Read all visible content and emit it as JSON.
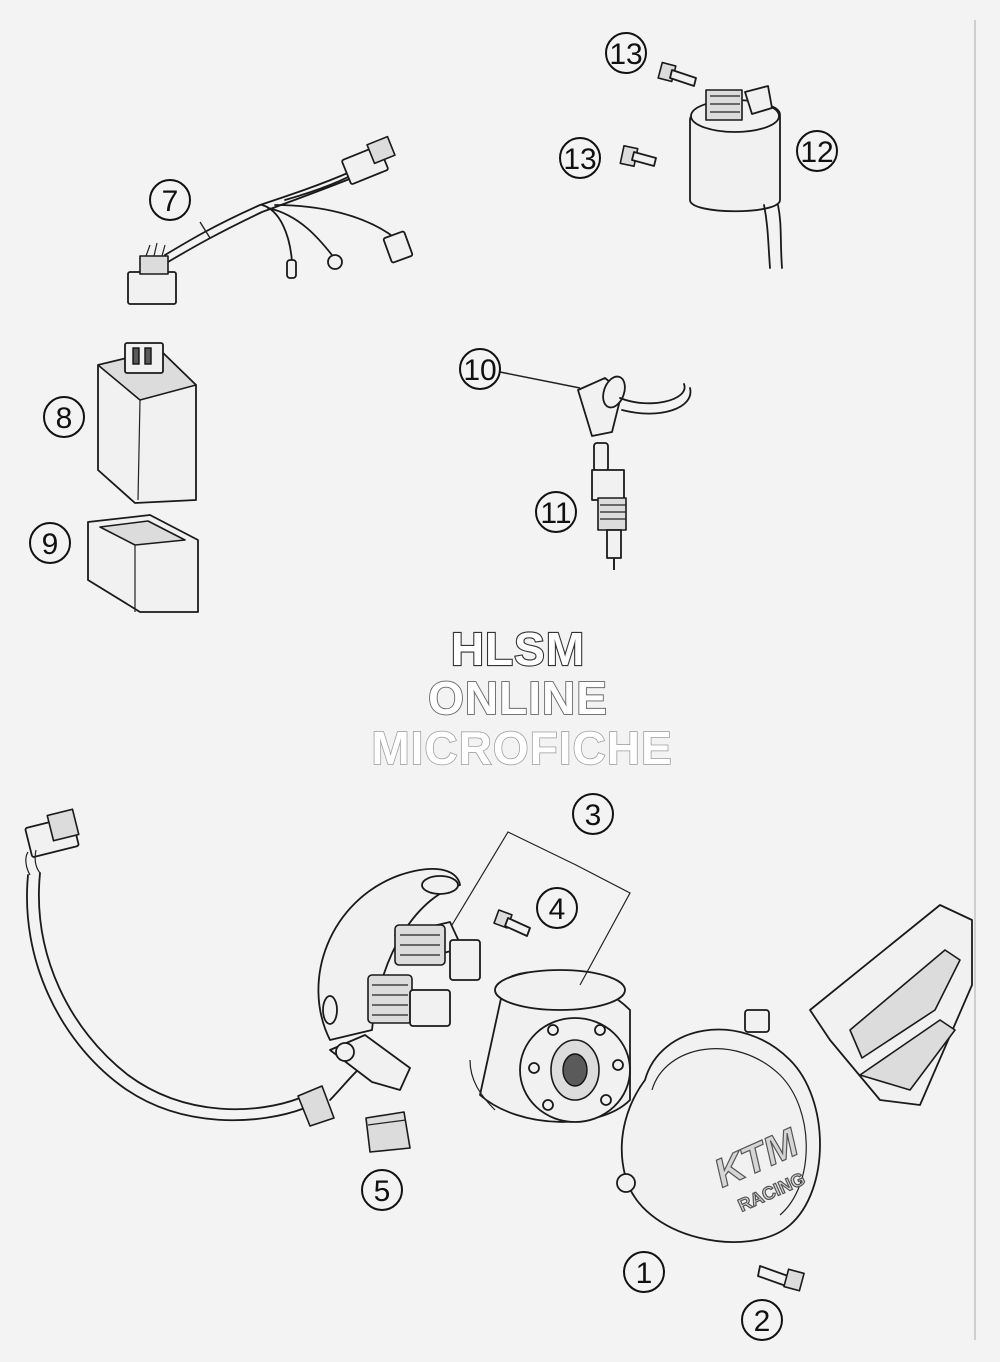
{
  "watermark": {
    "line1": "HLSM",
    "line2": "ONLINE",
    "line3": "MICROFICHE"
  },
  "cover_logo": {
    "brand": "KTM",
    "sub": "RACING"
  },
  "callouts": [
    {
      "id": "1",
      "label": "1"
    },
    {
      "id": "2",
      "label": "2"
    },
    {
      "id": "3",
      "label": "3"
    },
    {
      "id": "4",
      "label": "4"
    },
    {
      "id": "5",
      "label": "5"
    },
    {
      "id": "7",
      "label": "7"
    },
    {
      "id": "8",
      "label": "8"
    },
    {
      "id": "9",
      "label": "9"
    },
    {
      "id": "10",
      "label": "10"
    },
    {
      "id": "11",
      "label": "11"
    },
    {
      "id": "12",
      "label": "12"
    },
    {
      "id": "13a",
      "label": "13"
    },
    {
      "id": "13b",
      "label": "13"
    }
  ]
}
